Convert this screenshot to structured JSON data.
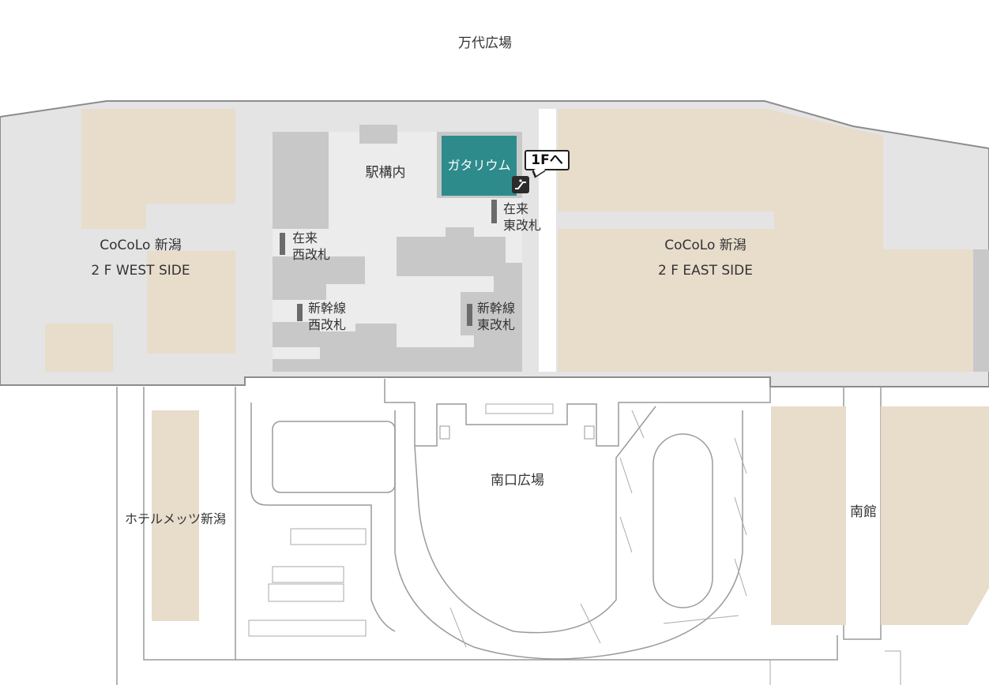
{
  "labels": {
    "bandai_plaza": "万代広場",
    "station_inside": "駅構内",
    "gatarium": "ガタリウム",
    "to_1f": "1Fへ",
    "conv_east_gate_1": "在来",
    "conv_east_gate_2": "東改札",
    "conv_west_gate_1": "在来",
    "conv_west_gate_2": "西改札",
    "shinkansen_west_gate_1": "新幹線",
    "shinkansen_west_gate_2": "西改札",
    "shinkansen_east_gate_1": "新幹線",
    "shinkansen_east_gate_2": "東改札",
    "cocolo_west_1": "CoCoLo 新潟",
    "cocolo_west_2": "2 F  WEST SIDE",
    "cocolo_east_1": "CoCoLo 新潟",
    "cocolo_east_2": "2 F  EAST SIDE",
    "south_plaza": "南口広場",
    "hotel": "ホテルメッツ新潟",
    "south_wing": "南館"
  },
  "colors": {
    "concourse": "#e4e4e5",
    "shop_area": "#e8dccb",
    "station_block": "#c8c8c8",
    "highlight": "#2e8b8c",
    "outline": "#9a9a9a",
    "text": "#333333"
  },
  "icons": {
    "escalator": "escalator-icon",
    "gate": "ticket-gate-icon"
  },
  "highlight": {
    "area": "ガタリウム",
    "floor_link": "1Fへ"
  }
}
